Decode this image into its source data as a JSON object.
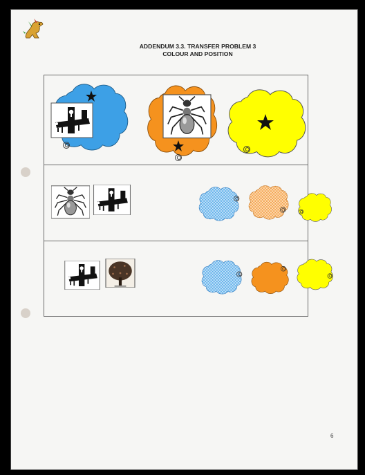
{
  "document": {
    "title_line1": "ADDENDUM 3.3. TRANSFER PROBLEM  3",
    "title_line2": "COLOUR AND POSITION",
    "page_number": "6"
  },
  "colors": {
    "blue": "#3da0e6",
    "orange": "#f5921e",
    "yellow": "#ffff00",
    "black": "#111111"
  },
  "icons": [
    "logo-dragon-icon",
    "airplane-icon",
    "ant-icon",
    "tree-icon",
    "star-icon",
    "spiral-icon",
    "punch-hole-icon"
  ]
}
